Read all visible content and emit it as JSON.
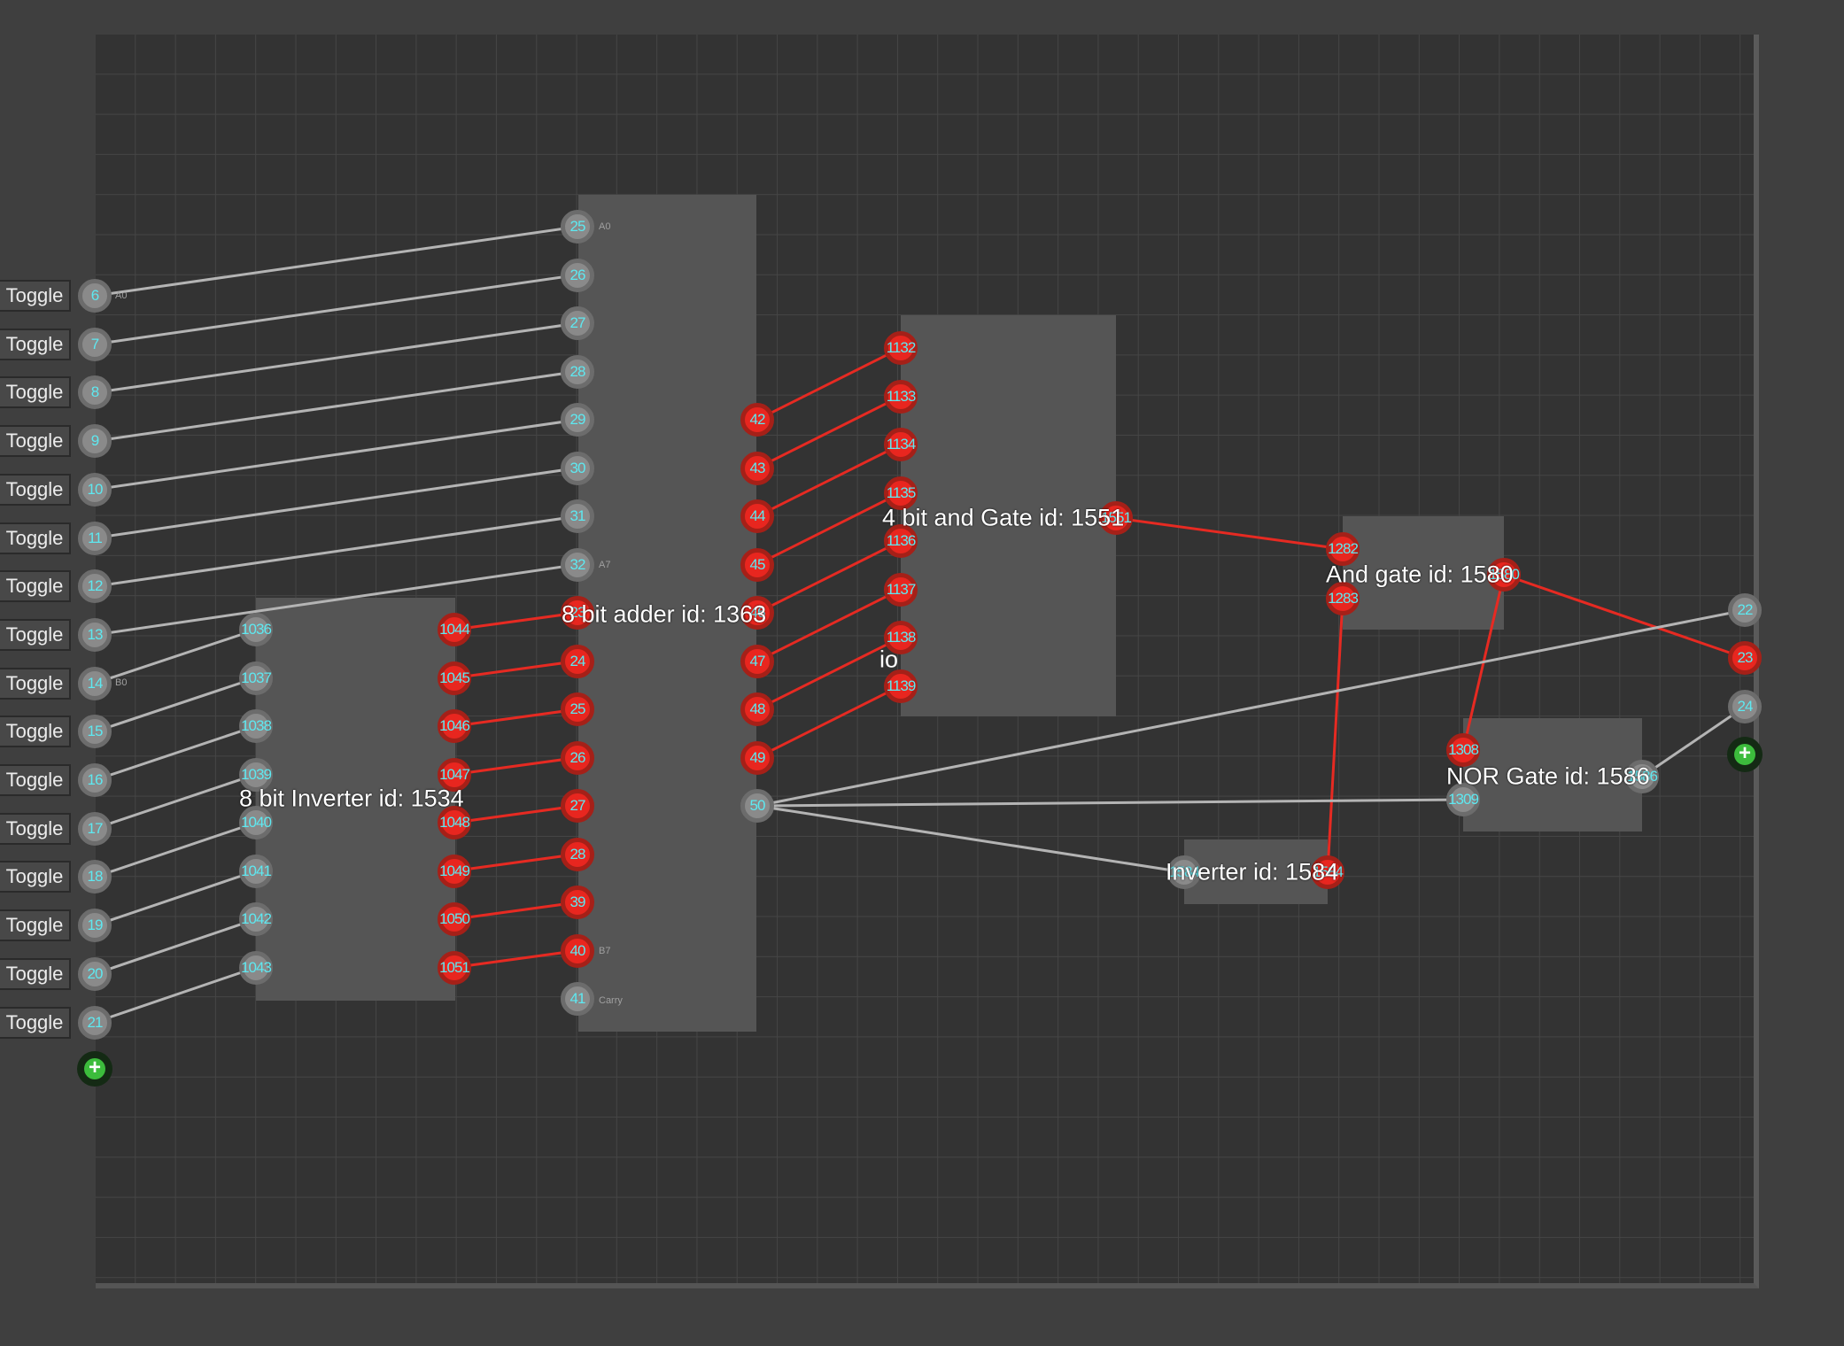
{
  "toggle_label": "Toggle",
  "add_button_icon": "plus-icon",
  "stray_text": "io",
  "colors": {
    "wire_off": "#b4b4b4",
    "wire_on": "#e62a22",
    "pin_text": "#5ee8f0",
    "component": "#555555",
    "board": "#333333"
  },
  "components": {
    "adder": {
      "title": "8 bit adder id: 1363"
    },
    "inverter8": {
      "title": "8 bit Inverter id: 1534"
    },
    "and4": {
      "title": "4 bit and Gate id: 1551"
    },
    "and": {
      "title": "And gate id: 1580"
    },
    "nor": {
      "title": "NOR Gate id: 1586"
    },
    "inverter": {
      "title": "Inverter id: 1584"
    }
  },
  "pins": {
    "inputs": [
      "6",
      "7",
      "8",
      "9",
      "10",
      "11",
      "12",
      "13",
      "14",
      "15",
      "16",
      "17",
      "18",
      "19",
      "20",
      "21"
    ],
    "adder_a": [
      "25",
      "26",
      "27",
      "28",
      "29",
      "30",
      "31",
      "32"
    ],
    "adder_b": [
      "23",
      "24",
      "25",
      "26",
      "27",
      "28",
      "39",
      "40",
      "41"
    ],
    "adder_out": [
      "42",
      "43",
      "44",
      "45",
      "46",
      "47",
      "48",
      "49",
      "50"
    ],
    "inv8_in": [
      "1036",
      "1037",
      "1038",
      "1039",
      "1040",
      "1041",
      "1042",
      "1043"
    ],
    "inv8_out": [
      "1044",
      "1045",
      "1046",
      "1047",
      "1048",
      "1049",
      "1050",
      "1051"
    ],
    "and4_in": [
      "1132",
      "1133",
      "1134",
      "1135",
      "1136",
      "1137",
      "1138",
      "1139"
    ],
    "and4_out": "1551",
    "and_in": [
      "1282",
      "1283"
    ],
    "and_out": "1580",
    "nor_in": [
      "1308",
      "1309"
    ],
    "nor_out": "1586",
    "inv_in": "1584",
    "inv_out": "1584",
    "outputs": [
      "22",
      "23",
      "24"
    ]
  },
  "pin_labels": {
    "a0": "A0",
    "a7": "A7",
    "b0": "B0",
    "b7": "B7",
    "carry": "Carry",
    "input_a0": "A0"
  }
}
